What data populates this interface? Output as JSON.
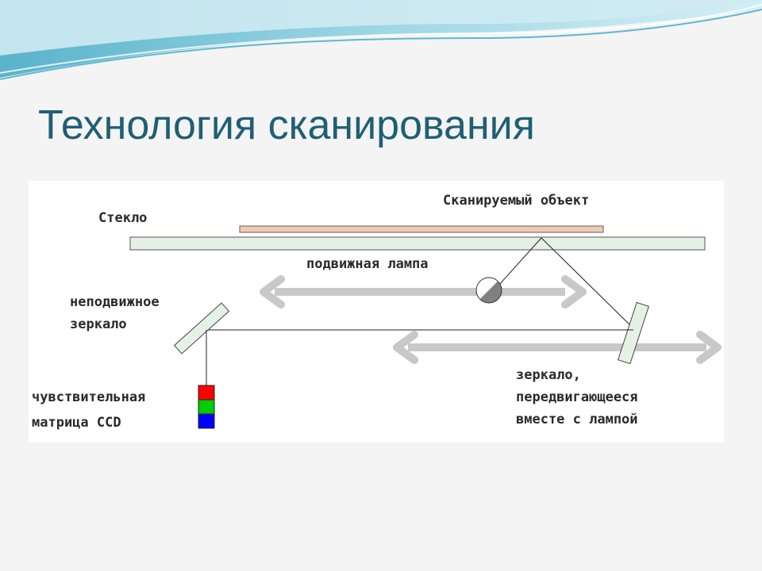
{
  "slide": {
    "title": "Технология сканирования"
  },
  "diagram": {
    "labels": {
      "scanned_object": "Сканируемый объект",
      "glass": "Стекло",
      "moving_lamp": "подвижная лампа",
      "fixed_mirror_line1": "неподвижное",
      "fixed_mirror_line2": "зеркало",
      "ccd_line1": "чувствительная",
      "ccd_line2": "матрица CCD",
      "moving_mirror_line1": "зеркало,",
      "moving_mirror_line2": "передвигающееся",
      "moving_mirror_line3": "вместе с лампой"
    },
    "ccd_colors": [
      "#ff0000",
      "#00cc00",
      "#0000ff"
    ],
    "colors": {
      "title": "#1f5f74",
      "object": "#e8cbb8",
      "glass": "#e4f1e4",
      "arrow": "#c8c8c8",
      "wave": "#5fb7cf"
    },
    "icons": [
      "double-arrow",
      "lamp",
      "mirror",
      "ccd-sensor"
    ]
  }
}
